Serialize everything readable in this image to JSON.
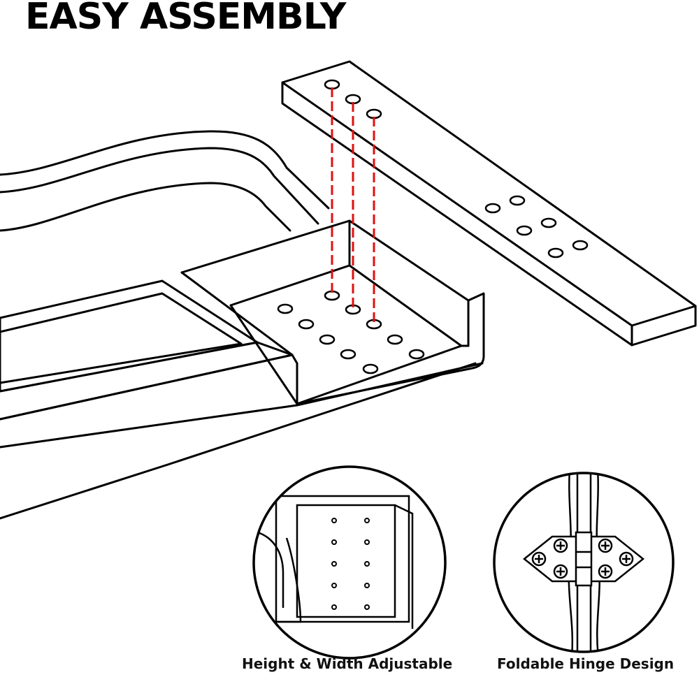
{
  "title": "EASY ASSEMBLY",
  "details": {
    "left_caption": "Height & Width Adjustable",
    "right_caption": "Foldable Hinge Design"
  },
  "colors": {
    "line": "#000000",
    "guide": "#e01010",
    "background": "#ffffff"
  },
  "icons": [
    "screw-icon",
    "hinge-icon"
  ]
}
